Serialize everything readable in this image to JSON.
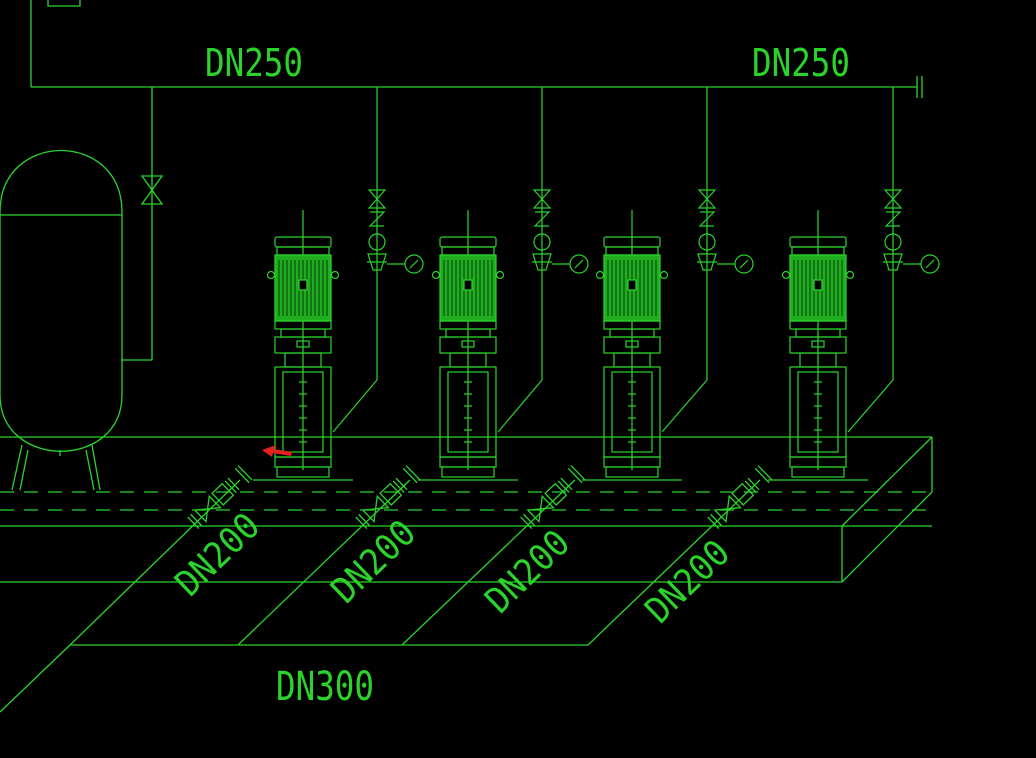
{
  "colors": {
    "background": "#000000",
    "line": "#2bd42b",
    "fill": "#1fae1f",
    "cursor": "#e52020"
  },
  "labels": {
    "main_pipe_left": "DN250",
    "main_pipe_right": "DN250",
    "suction_header": "DN300",
    "suction_1": "DN200",
    "suction_2": "DN200",
    "suction_3": "DN200",
    "suction_4": "DN200"
  },
  "components": {
    "pump_count": 4,
    "tank": "pressure-tank",
    "cursor_icon": "red-arrow-cursor-icon"
  }
}
